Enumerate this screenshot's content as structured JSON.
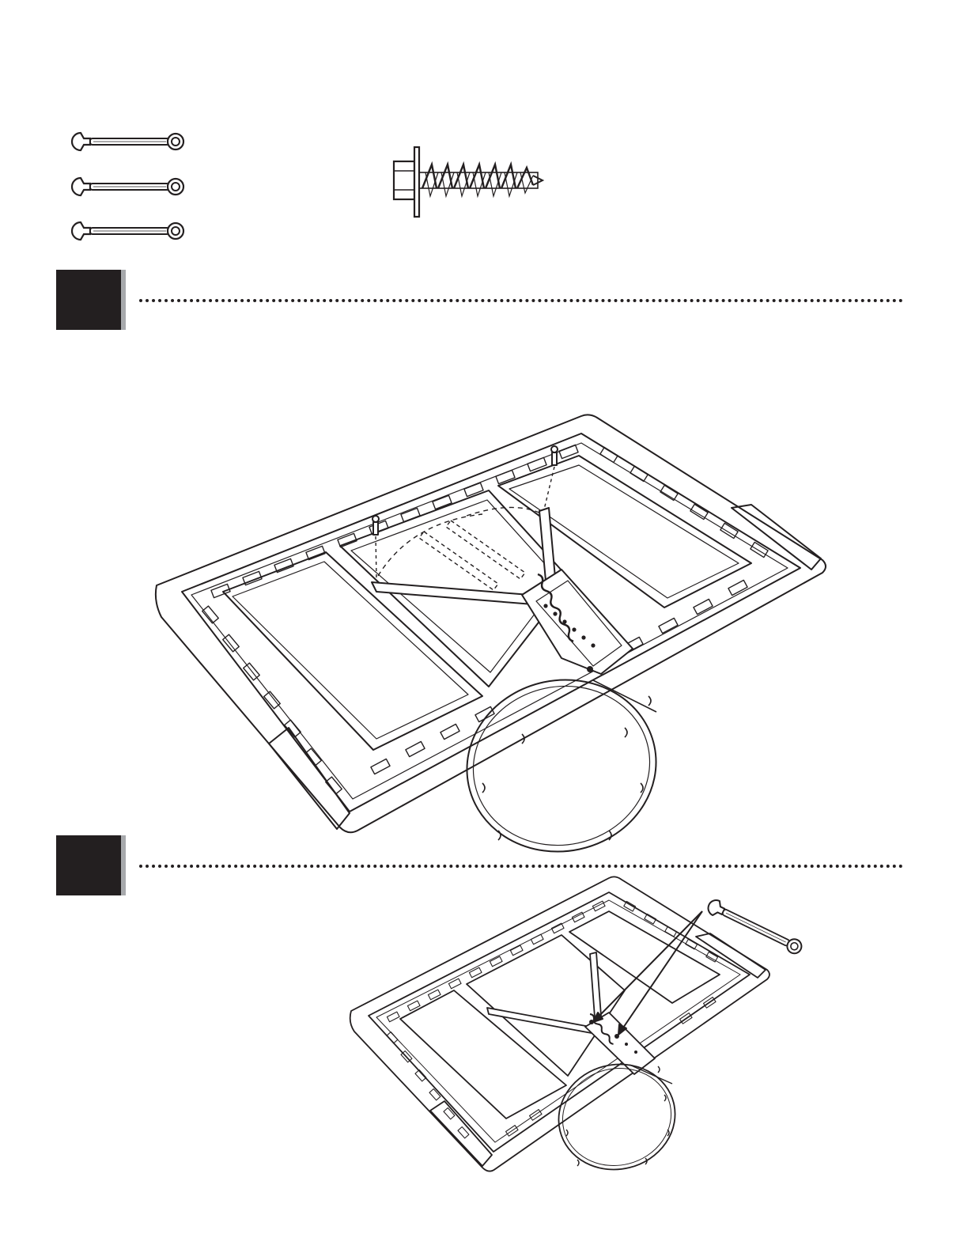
{
  "page": {
    "background": "#ffffff",
    "ink": "#231f20",
    "step_shadow": "#a7a9ac"
  },
  "tools": {
    "wrenches": [
      {
        "icon": "wrench-icon"
      },
      {
        "icon": "wrench-icon"
      },
      {
        "icon": "wrench-icon"
      }
    ],
    "hardware": {
      "icon": "hex-flange-screw-icon"
    }
  },
  "steps": [
    {
      "icon": "step-marker-block",
      "illustration": "backboard-brace-spring-attach"
    },
    {
      "icon": "step-marker-block",
      "illustration": "backboard-bolt-tighten-wrench"
    }
  ]
}
